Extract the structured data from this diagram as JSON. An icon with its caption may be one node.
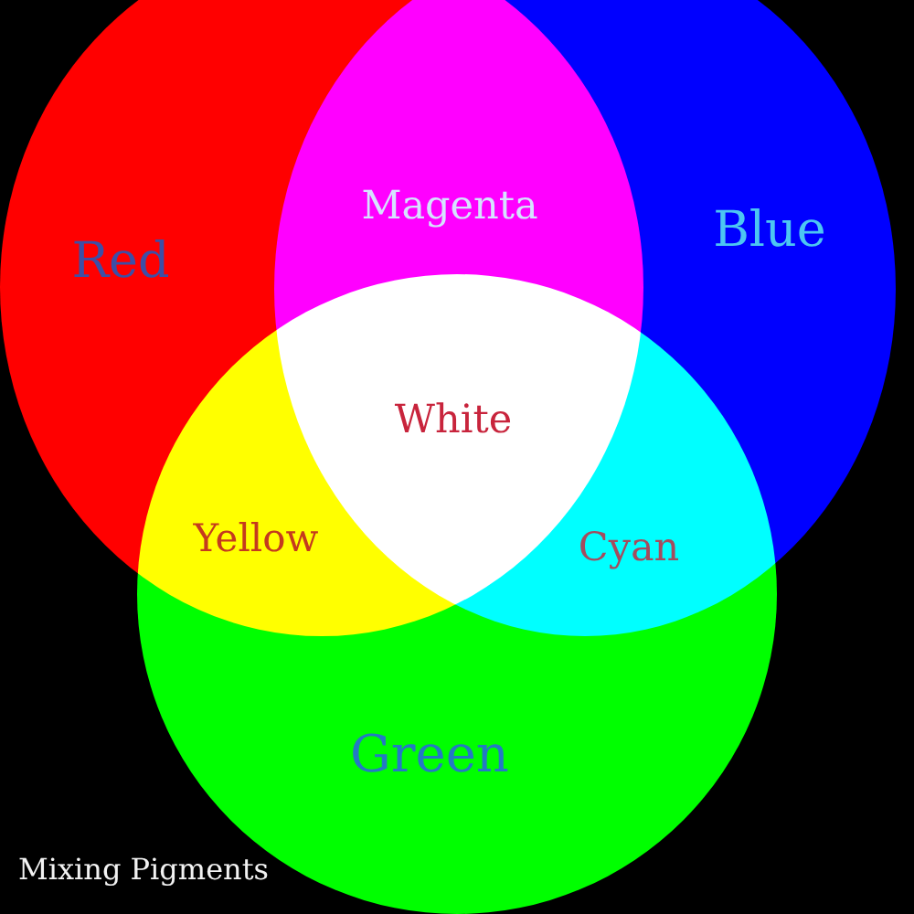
{
  "diagram": {
    "caption": "Mixing Pigments",
    "nodes": [
      {
        "text": [
          "Red"
        ]
      },
      {
        "text": [
          "Blue"
        ]
      },
      {
        "text": [
          "Green"
        ]
      }
    ],
    "labels": [
      "Magenta",
      "White",
      "Yellow",
      "Cyan"
    ]
  }
}
